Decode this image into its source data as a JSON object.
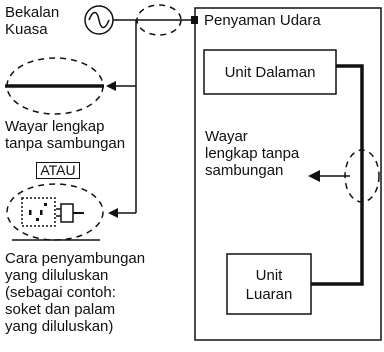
{
  "power_supply": {
    "line1": "Bekalan",
    "line2": "Kuasa"
  },
  "aircon": {
    "title": "Penyaman Udara",
    "indoor_unit": "Unit Dalaman",
    "outdoor_unit": {
      "line1": "Unit",
      "line2": "Luaran"
    },
    "wire_note": {
      "line1": "Wayar",
      "line2": "lengkap tanpa",
      "line3": "sambungan"
    }
  },
  "left_panel": {
    "wire_option": {
      "line1": "Wayar lengkap",
      "line2": "tanpa sambungan"
    },
    "or_label": "ATAU",
    "approved_connection": {
      "line1": "Cara penyambungan",
      "line2": "yang diluluskan",
      "line3": "(sebagai contoh:",
      "line4": "soket dan palam",
      "line5": "yang diluluskan)"
    }
  },
  "icons": [
    "ac-sine-icon",
    "socket-icon",
    "plug-icon"
  ]
}
